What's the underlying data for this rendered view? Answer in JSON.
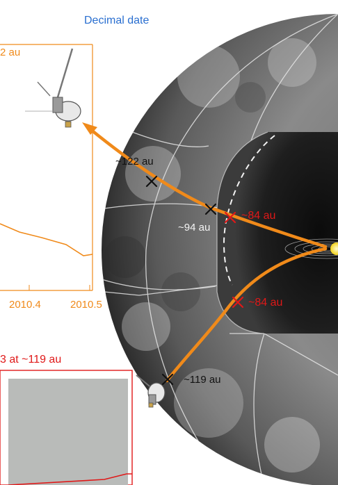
{
  "header": {
    "title": "Decimal date"
  },
  "top_panel": {
    "title_fragment": "2 au",
    "ticks": [
      "2010.4",
      "2010.5"
    ]
  },
  "bottom_panel": {
    "title_fragment": "3 at ~119 au"
  },
  "labels": {
    "v1_crossing": "~122 au",
    "v1_termination": "~94 au",
    "v1_red": "~84 au",
    "v2_red": "~84 au",
    "v2_crossing": "~119 au"
  },
  "colors": {
    "title": "#2a6fd0",
    "trajectory": "#f08a1a",
    "marker_red": "#e01818",
    "marker_black": "#111111",
    "panel_bottom_border": "#e01818",
    "panel_fill": "#b9bbb9"
  },
  "icons": [
    "spacecraft-icon",
    "sun-icon"
  ]
}
